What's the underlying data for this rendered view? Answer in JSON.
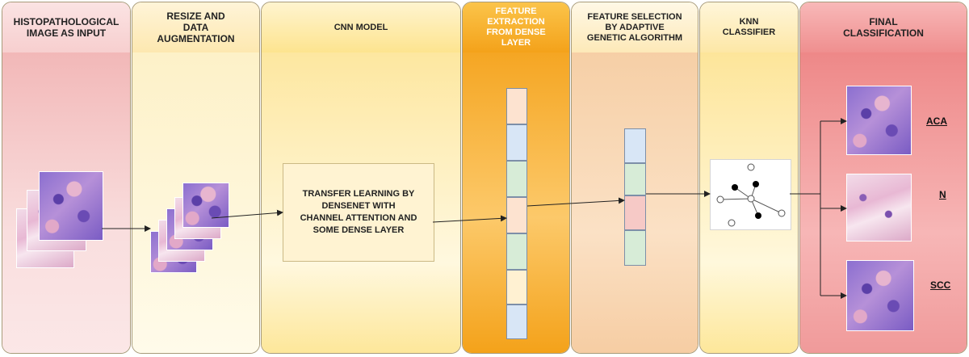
{
  "stages": [
    {
      "title": "HISTOPATHOLOGICAL\nIMAGE  AS INPUT"
    },
    {
      "title": "RESIZE AND\nDATA\nAUGMENTATION"
    },
    {
      "title": "CNN MODEL"
    },
    {
      "title": "FEATURE\nEXTRACTION\nFROM DENSE\nLAYER"
    },
    {
      "title": "FEATURE SELECTION\nBY ADAPTIVE\nGENETIC ALGORITHM"
    },
    {
      "title": "KNN\nCLASSIFIER"
    },
    {
      "title": "FINAL\nCLASSIFICATION"
    }
  ],
  "cnn_box": {
    "text": "TRANSFER LEARNING BY\nDENSENET WITH\nCHANNEL ATTENTION AND\nSOME DENSE LAYER"
  },
  "classes": [
    {
      "label": "ACA"
    },
    {
      "label": "N"
    },
    {
      "label": "SCC"
    }
  ],
  "colors": {
    "feature_peach": "#fde3d0",
    "feature_blue": "#d8e6f6",
    "feature_green": "#d7ecd7",
    "feature_pink": "#f6c9c6",
    "feature_cream": "#fff1d2",
    "node_black": "#000000",
    "node_white": "#ffffff"
  }
}
